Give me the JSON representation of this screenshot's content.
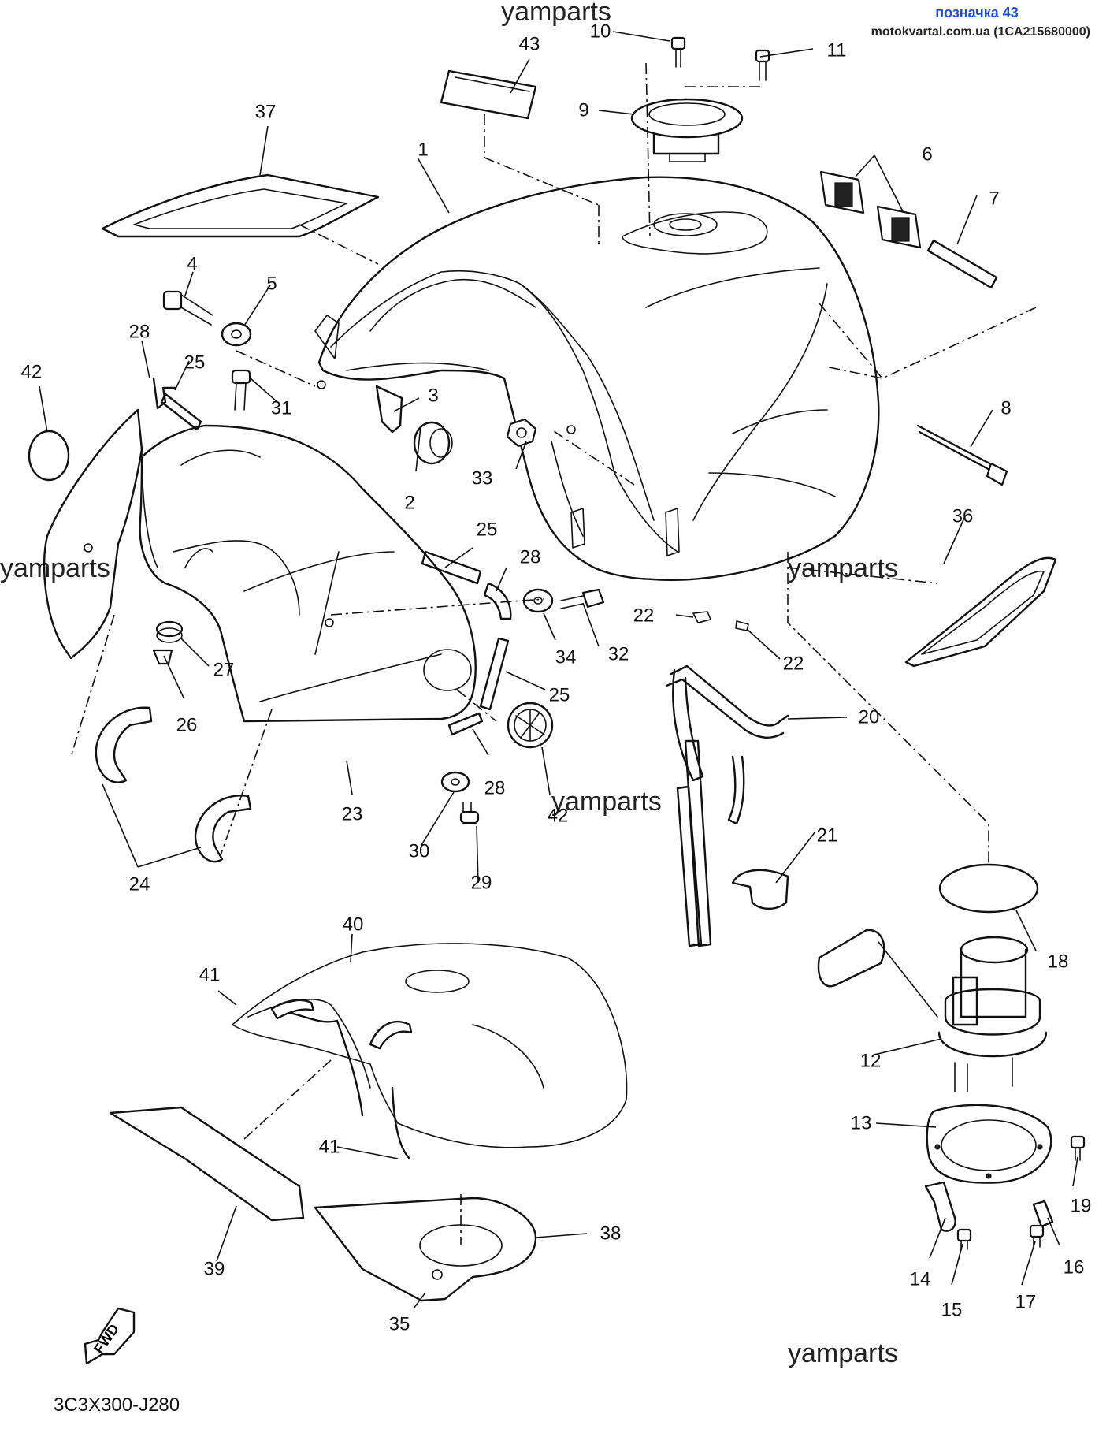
{
  "header": {
    "title": "позначка 43",
    "title_color": "#1f4fd8",
    "site": "motokvartal.com.ua (1CA215680000)"
  },
  "watermarks": [
    "yamparts",
    "yamparts",
    "yamparts",
    "yamparts",
    "yamparts"
  ],
  "diagram_code": "3C3X300-J280",
  "fwd_label": "FWD",
  "callouts": [
    "1",
    "2",
    "3",
    "4",
    "5",
    "6",
    "7",
    "8",
    "9",
    "10",
    "11",
    "12",
    "13",
    "14",
    "15",
    "16",
    "17",
    "18",
    "19",
    "20",
    "21",
    "22",
    "22",
    "23",
    "24",
    "25",
    "25",
    "25",
    "26",
    "27",
    "28",
    "28",
    "28",
    "29",
    "30",
    "31",
    "32",
    "33",
    "34",
    "35",
    "36",
    "37",
    "38",
    "39",
    "40",
    "41",
    "41",
    "42",
    "42",
    "43"
  ],
  "line_color": "#111111"
}
